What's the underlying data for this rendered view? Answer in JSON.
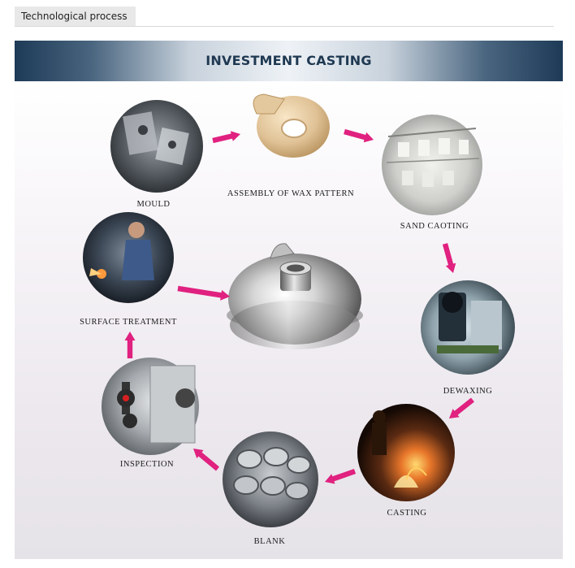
{
  "header": {
    "tab_label": "Technological process",
    "banner_title": "INVESTMENT CASTING"
  },
  "colors": {
    "arrow": "#e0217f",
    "banner_dark": "#1d3a57",
    "title": "#1f3952"
  },
  "steps": [
    {
      "label": "MOULD",
      "icon": "mould-photo"
    },
    {
      "label": "ASSEMBLY OF WAX PATTERN",
      "icon": "wax-pattern-photo"
    },
    {
      "label": "SAND  CAOTING",
      "icon": "sand-coating-photo"
    },
    {
      "label": "DEWAXING",
      "icon": "dewaxing-photo"
    },
    {
      "label": "CASTING",
      "icon": "casting-photo"
    },
    {
      "label": "BLANK",
      "icon": "blank-photo"
    },
    {
      "label": "INSPECTION",
      "icon": "inspection-photo"
    },
    {
      "label": "SURFACE TREATMENT",
      "icon": "surface-treatment-photo"
    }
  ],
  "center": {
    "icon": "finished-pump-casing-photo"
  }
}
